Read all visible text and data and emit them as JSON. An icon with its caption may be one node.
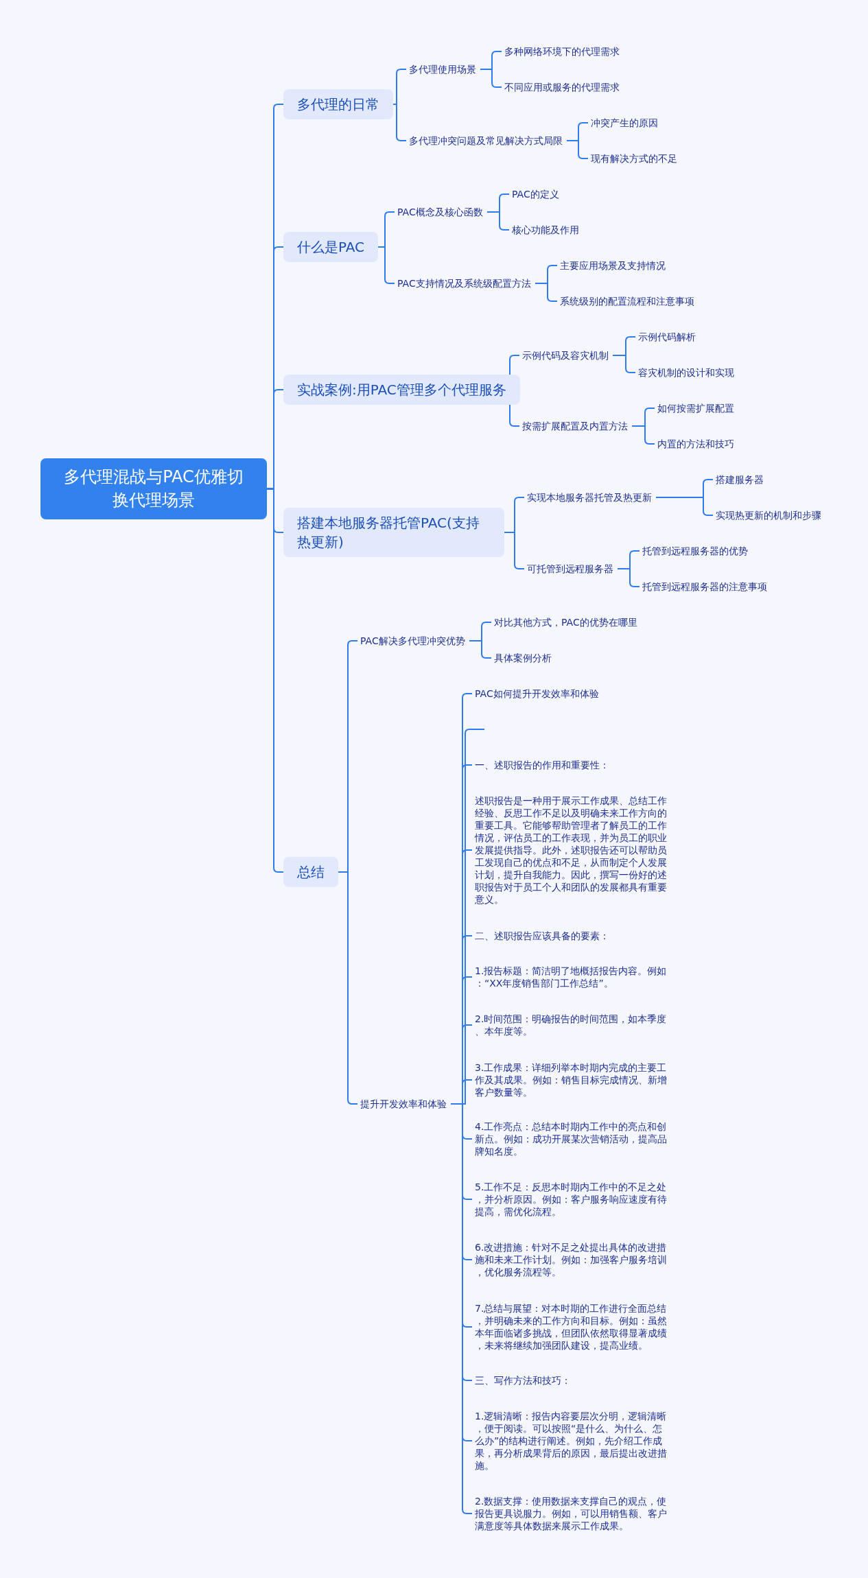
{
  "diagram": {
    "nodes": [
      {
        "text": [
          "多代理混战与PAC优雅切换代理场景"
        ]
      },
      {
        "text": [
          "多代理的日常"
        ]
      },
      {
        "text": [
          "多代理使用场景"
        ]
      },
      {
        "text": [
          "多种网络环境下的代理需求"
        ]
      },
      {
        "text": [
          "不同应用或服务的代理需求"
        ]
      },
      {
        "text": [
          "多代理冲突问题及常见解决方式局限"
        ]
      },
      {
        "text": [
          "冲突产生的原因"
        ]
      },
      {
        "text": [
          "现有解决方式的不足"
        ]
      },
      {
        "text": [
          "什么是PAC"
        ]
      },
      {
        "text": [
          "PAC概念及核心函数"
        ]
      },
      {
        "text": [
          "PAC的定义"
        ]
      },
      {
        "text": [
          "核心功能及作用"
        ]
      },
      {
        "text": [
          "PAC支持情况及系统级配置方法"
        ]
      },
      {
        "text": [
          "主要应用场景及支持情况"
        ]
      },
      {
        "text": [
          "系统级别的配置流程和注意事项"
        ]
      },
      {
        "text": [
          "实战案例:用PAC管理多个代理服务"
        ]
      },
      {
        "text": [
          "示例代码及容灾机制"
        ]
      },
      {
        "text": [
          "示例代码解析"
        ]
      },
      {
        "text": [
          "容灾机制的设计和实现"
        ]
      },
      {
        "text": [
          "按需扩展配置及内置方法"
        ]
      },
      {
        "text": [
          "如何按需扩展配置"
        ]
      },
      {
        "text": [
          "内置的方法和技巧"
        ]
      },
      {
        "text": [
          "搭建本地服务器托管PAC(支持热更新)"
        ]
      },
      {
        "text": [
          "实现本地服务器托管及热更新"
        ]
      },
      {
        "text": [
          "搭建服务器"
        ]
      },
      {
        "text": [
          "实现热更新的机制和步骤"
        ]
      },
      {
        "text": [
          "可托管到远程服务器"
        ]
      },
      {
        "text": [
          "托管到远程服务器的优势"
        ]
      },
      {
        "text": [
          "托管到远程服务器的注意事项"
        ]
      },
      {
        "text": [
          "总结"
        ]
      },
      {
        "text": [
          "PAC解决多代理冲突优势"
        ]
      },
      {
        "text": [
          "对比其他方式，PAC的优势在哪里"
        ]
      },
      {
        "text": [
          "具体案例分析"
        ]
      },
      {
        "text": [
          "提升开发效率和体验"
        ]
      },
      {
        "text": [
          "PAC如何提升开发效率和体验"
        ]
      },
      {
        "text": [],
        "shape": "bar"
      },
      {
        "text": [
          "一、述职报告的作用和重要性："
        ]
      },
      {
        "text": [
          "述职报告是一种用于展示工作成果、总结工作经验、反思工作不足以及明确未来工作方向的重要工具。它能够帮助管理者了解员工的工作情况，评估员工的工作表现，并为员工的职业发展提供指导。此外，述职报告还可以帮助员工发现自己的优点和不足，从而制定个人发展计划，提升自我能力。因此，撰写一份好的述职报告对于员工个人和团队的发展都具有重要意义。"
        ]
      },
      {
        "text": [
          "二、述职报告应该具备的要素："
        ]
      },
      {
        "text": [
          "1.报告标题：简洁明了地概括报告内容。例如：“XX年度销售部门工作总结”。"
        ]
      },
      {
        "text": [
          "2.时间范围：明确报告的时间范围，如本季度、本年度等。"
        ]
      },
      {
        "text": [
          "3.工作成果：详细列举本时期内完成的主要工作及其成果。例如：销售目标完成情况、新增客户数量等。"
        ]
      },
      {
        "text": [
          "4.工作亮点：总结本时期内工作中的亮点和创新点。例如：成功开展某次营销活动，提高品牌知名度。"
        ]
      },
      {
        "text": [
          "5.工作不足：反思本时期内工作中的不足之处，并分析原因。例如：客户服务响应速度有待提高，需优化流程。"
        ]
      },
      {
        "text": [
          "6.改进措施：针对不足之处提出具体的改进措施和未来工作计划。例如：加强客户服务培训，优化服务流程等。"
        ]
      },
      {
        "text": [
          "7.总结与展望：对本时期的工作进行全面总结，并明确未来的工作方向和目标。例如：虽然本年面临诸多挑战，但团队依然取得显著成绩，未来将继续加强团队建设，提高业绩。"
        ]
      },
      {
        "text": [
          "三、写作方法和技巧："
        ]
      },
      {
        "text": [
          "1.逻辑清晰：报告内容要层次分明，逻辑清晰，便于阅读。可以按照“是什么、为什么、怎么办”的结构进行阐述。例如，先介绍工作成果，再分析成果背后的原因，最后提出改进措施。"
        ]
      },
      {
        "text": [
          "2.数据支撑：使用数据来支撑自己的观点，使报告更具说服力。例如，可以用销售额、客户满意度等具体数据来展示工作成果。"
        ]
      }
    ],
    "edges": [
      {
        "from": 0,
        "to": 1,
        "arrow": "none"
      },
      {
        "from": 1,
        "to": 2,
        "arrow": "none"
      },
      {
        "from": 2,
        "to": 3,
        "arrow": "none"
      },
      {
        "from": 2,
        "to": 4,
        "arrow": "none"
      },
      {
        "from": 1,
        "to": 5,
        "arrow": "none"
      },
      {
        "from": 5,
        "to": 6,
        "arrow": "none"
      },
      {
        "from": 5,
        "to": 7,
        "arrow": "none"
      },
      {
        "from": 0,
        "to": 8,
        "arrow": "none"
      },
      {
        "from": 8,
        "to": 9,
        "arrow": "none"
      },
      {
        "from": 9,
        "to": 10,
        "arrow": "none"
      },
      {
        "from": 9,
        "to": 11,
        "arrow": "none"
      },
      {
        "from": 8,
        "to": 12,
        "arrow": "none"
      },
      {
        "from": 12,
        "to": 13,
        "arrow": "none"
      },
      {
        "from": 12,
        "to": 14,
        "arrow": "none"
      },
      {
        "from": 0,
        "to": 15,
        "arrow": "none"
      },
      {
        "from": 15,
        "to": 16,
        "arrow": "none"
      },
      {
        "from": 16,
        "to": 17,
        "arrow": "none"
      },
      {
        "from": 16,
        "to": 18,
        "arrow": "none"
      },
      {
        "from": 15,
        "to": 19,
        "arrow": "none"
      },
      {
        "from": 19,
        "to": 20,
        "arrow": "none"
      },
      {
        "from": 19,
        "to": 21,
        "arrow": "none"
      },
      {
        "from": 0,
        "to": 22,
        "arrow": "none"
      },
      {
        "from": 22,
        "to": 23,
        "arrow": "none"
      },
      {
        "from": 23,
        "to": 24,
        "arrow": "none"
      },
      {
        "from": 23,
        "to": 25,
        "arrow": "none"
      },
      {
        "from": 22,
        "to": 26,
        "arrow": "none"
      },
      {
        "from": 26,
        "to": 27,
        "arrow": "none"
      },
      {
        "from": 26,
        "to": 28,
        "arrow": "none"
      },
      {
        "from": 0,
        "to": 29,
        "arrow": "none"
      },
      {
        "from": 29,
        "to": 30,
        "arrow": "none"
      },
      {
        "from": 30,
        "to": 31,
        "arrow": "none"
      },
      {
        "from": 30,
        "to": 32,
        "arrow": "none"
      },
      {
        "from": 29,
        "to": 33,
        "arrow": "none"
      },
      {
        "from": 33,
        "to": 34,
        "arrow": "none"
      },
      {
        "from": 33,
        "to": 35,
        "arrow": "none"
      },
      {
        "from": 33,
        "to": 36,
        "arrow": "none"
      },
      {
        "from": 33,
        "to": 37,
        "arrow": "none"
      },
      {
        "from": 33,
        "to": 38,
        "arrow": "none"
      },
      {
        "from": 33,
        "to": 39,
        "arrow": "none"
      },
      {
        "from": 33,
        "to": 40,
        "arrow": "none"
      },
      {
        "from": 33,
        "to": 41,
        "arrow": "none"
      },
      {
        "from": 33,
        "to": 42,
        "arrow": "none"
      },
      {
        "from": 33,
        "to": 43,
        "arrow": "none"
      },
      {
        "from": 33,
        "to": 44,
        "arrow": "none"
      },
      {
        "from": 33,
        "to": 45,
        "arrow": "none"
      },
      {
        "from": 33,
        "to": 46,
        "arrow": "none"
      },
      {
        "from": 33,
        "to": 47,
        "arrow": "none"
      },
      {
        "from": 33,
        "to": 48,
        "arrow": "none"
      }
    ]
  }
}
